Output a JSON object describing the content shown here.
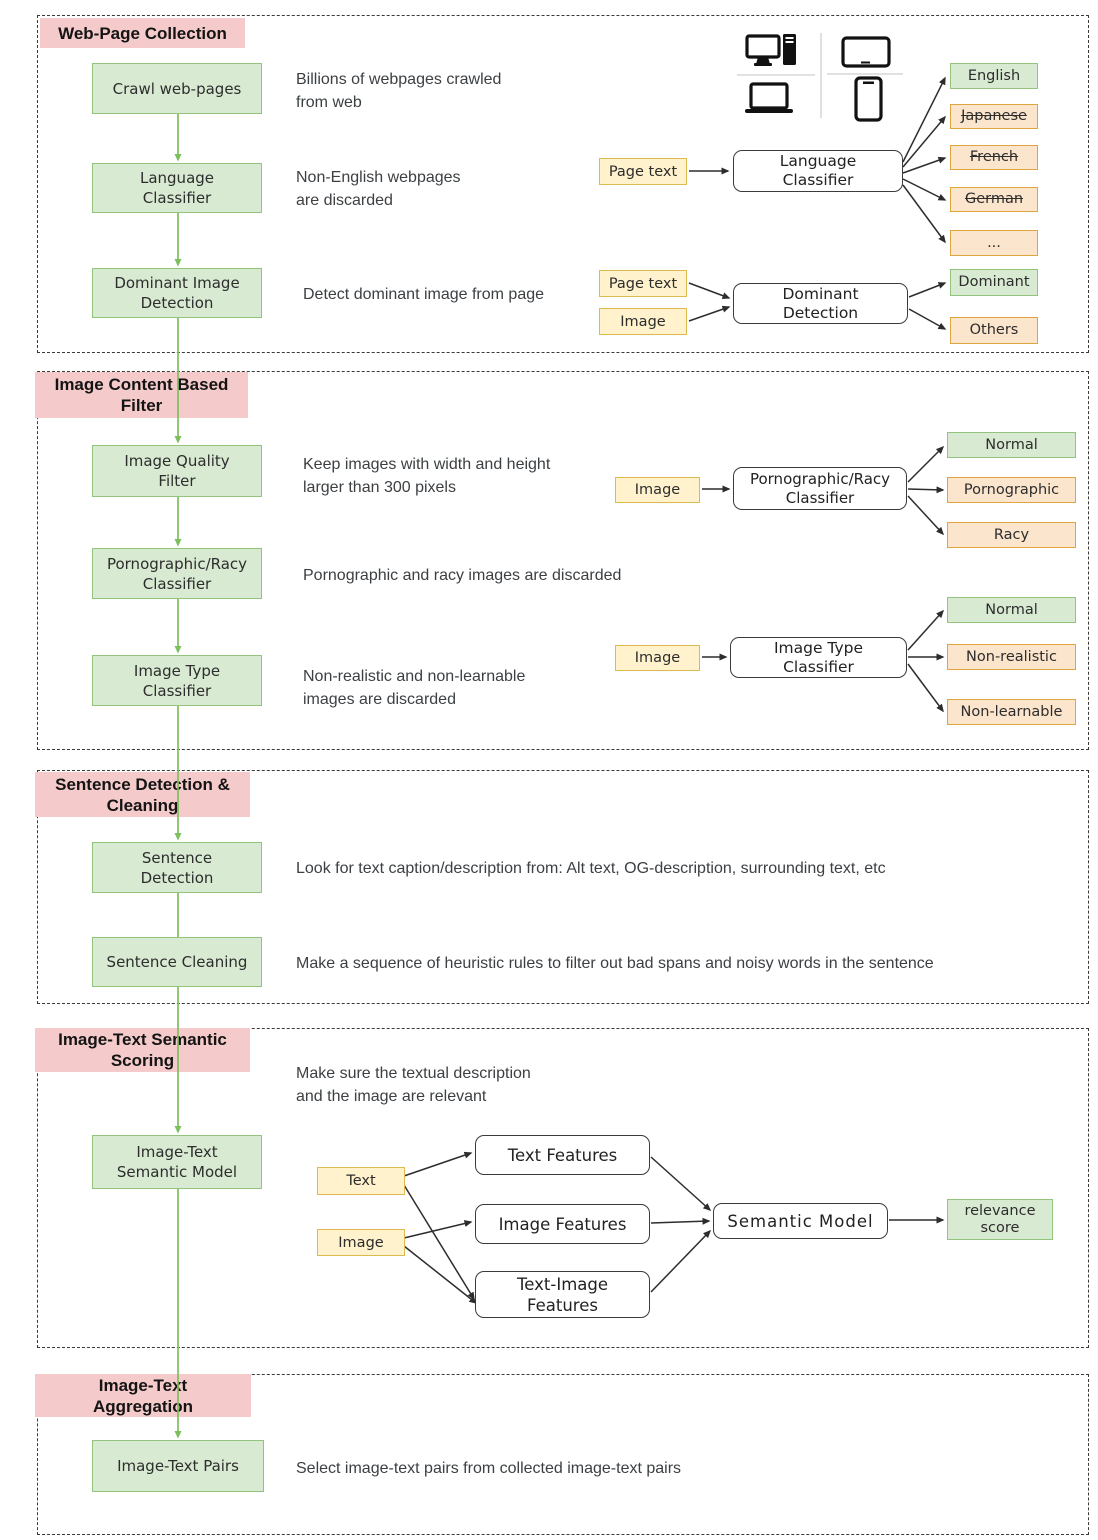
{
  "colors": {
    "section_header_bg": "#f5caca",
    "keep_fill": "#d9ead3",
    "keep_border": "#93c47d",
    "discard_fill": "#fce5cd",
    "discard_border": "#dfa53f",
    "input_fill": "#fff2cc",
    "input_border": "#dcbb4e",
    "flow_arrow": "#7cbf5e",
    "diagram_arrow": "#2d2d2d"
  },
  "sections": [
    {
      "title": "Web-Page Collection",
      "steps": [
        {
          "label": "Crawl web-pages",
          "desc": "Billions of webpages crawled\nfrom web"
        },
        {
          "label": "Language\nClassifier",
          "desc": "Non-English webpages\nare discarded"
        },
        {
          "label": "Dominant Image\nDetection",
          "desc": "Detect dominant image from page"
        }
      ]
    },
    {
      "title": "Image Content Based\nFilter",
      "steps": [
        {
          "label": "Image Quality\nFilter",
          "desc": "Keep images with width and height\nlarger than 300 pixels"
        },
        {
          "label": "Pornographic/Racy\nClassifier",
          "desc": "Pornographic and racy images are discarded"
        },
        {
          "label": "Image Type\nClassifier",
          "desc": "Non-realistic and non-learnable\nimages are discarded"
        }
      ]
    },
    {
      "title": "Sentence Detection &\nCleaning",
      "steps": [
        {
          "label": "Sentence\nDetection",
          "desc": "Look for text caption/description from: Alt text, OG-description, surrounding text, etc"
        },
        {
          "label": "Sentence Cleaning",
          "desc": "Make a sequence of heuristic rules to filter out bad spans and noisy words in the sentence"
        }
      ]
    },
    {
      "title": "Image-Text Semantic\nScoring",
      "note": "Make sure the textual description\nand the image are relevant",
      "steps": [
        {
          "label": "Image-Text\nSemantic Model",
          "desc": ""
        }
      ]
    },
    {
      "title": "Image-Text\nAggregation",
      "steps": [
        {
          "label": "Image-Text Pairs",
          "desc": "Select image-text pairs from collected image-text pairs"
        }
      ]
    }
  ],
  "diagrams": {
    "language_classifier": {
      "input": "Page text",
      "model": "Language\nClassifier",
      "outputs": [
        "English",
        "Japanese",
        "French",
        "German",
        "..."
      ]
    },
    "dominant_detection": {
      "input1": "Page text",
      "input2": "Image",
      "model": "Dominant\nDetection",
      "outputs": [
        "Dominant",
        "Others"
      ]
    },
    "pornographic_classifier": {
      "input": "Image",
      "model": "Pornographic/Racy\nClassifier",
      "outputs": [
        "Normal",
        "Pornographic",
        "Racy"
      ]
    },
    "image_type_classifier": {
      "input": "Image",
      "model": "Image Type\nClassifier",
      "outputs": [
        "Normal",
        "Non-realistic",
        "Non-learnable"
      ]
    },
    "semantic_model": {
      "input1": "Text",
      "input2": "Image",
      "features": [
        "Text Features",
        "Image Features",
        "Text-Image\nFeatures"
      ],
      "model": "Semantic Model",
      "output": "relevance\nscore"
    }
  },
  "icons": {
    "devices": [
      "desktop-computer",
      "tablet",
      "laptop",
      "smartphone"
    ]
  }
}
